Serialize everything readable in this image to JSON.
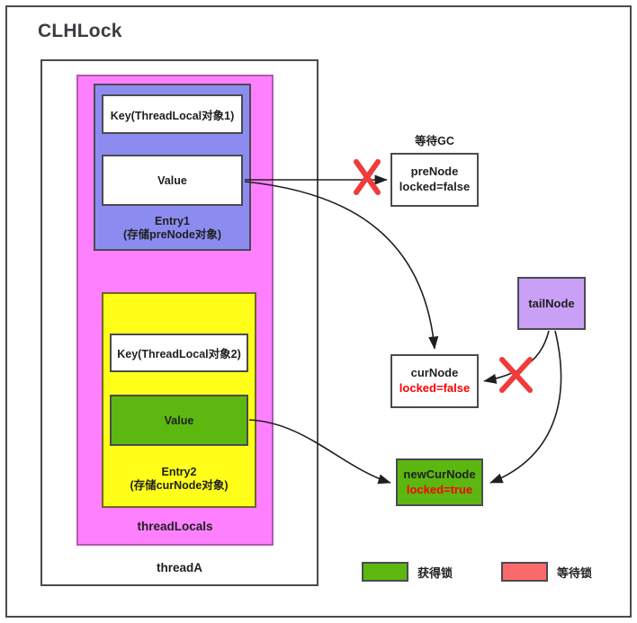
{
  "diagram": {
    "title": "CLHLock",
    "colors": {
      "frame_border": "#4a4a52",
      "thread_locals_fill": "#ff80ff",
      "entry1_fill": "#8c8cf0",
      "entry2_fill": "#ffff1a",
      "value_acquired_fill": "#5cb811",
      "tail_node_fill": "#c9a0f5",
      "locked_text": "#ff0000",
      "cross_mark": "#ef3b3b",
      "waiting_lock_fill": "#fa6a6a"
    }
  },
  "thread": {
    "label": "threadA",
    "thread_locals_label": "threadLocals"
  },
  "entry1": {
    "key_label": "Key(ThreadLocal对象1)",
    "value_label": "Value",
    "name": "Entry1",
    "caption": "(存储preNode对象)"
  },
  "entry2": {
    "key_label": "Key(ThreadLocal对象2)",
    "value_label": "Value",
    "name": "Entry2",
    "caption": "(存储curNode对象)"
  },
  "nodes": {
    "wait_gc_label": "等待GC",
    "pre_node": {
      "name": "preNode",
      "locked": "locked=false"
    },
    "cur_node": {
      "name": "curNode",
      "locked": "locked=false"
    },
    "new_cur_node": {
      "name": "newCurNode",
      "locked": "locked=true"
    },
    "tail_node": {
      "name": "tailNode"
    }
  },
  "legend": {
    "items": [
      {
        "label": "获得锁",
        "color": "#5cb811"
      },
      {
        "label": "等待锁",
        "color": "#fa6a6a"
      }
    ]
  }
}
